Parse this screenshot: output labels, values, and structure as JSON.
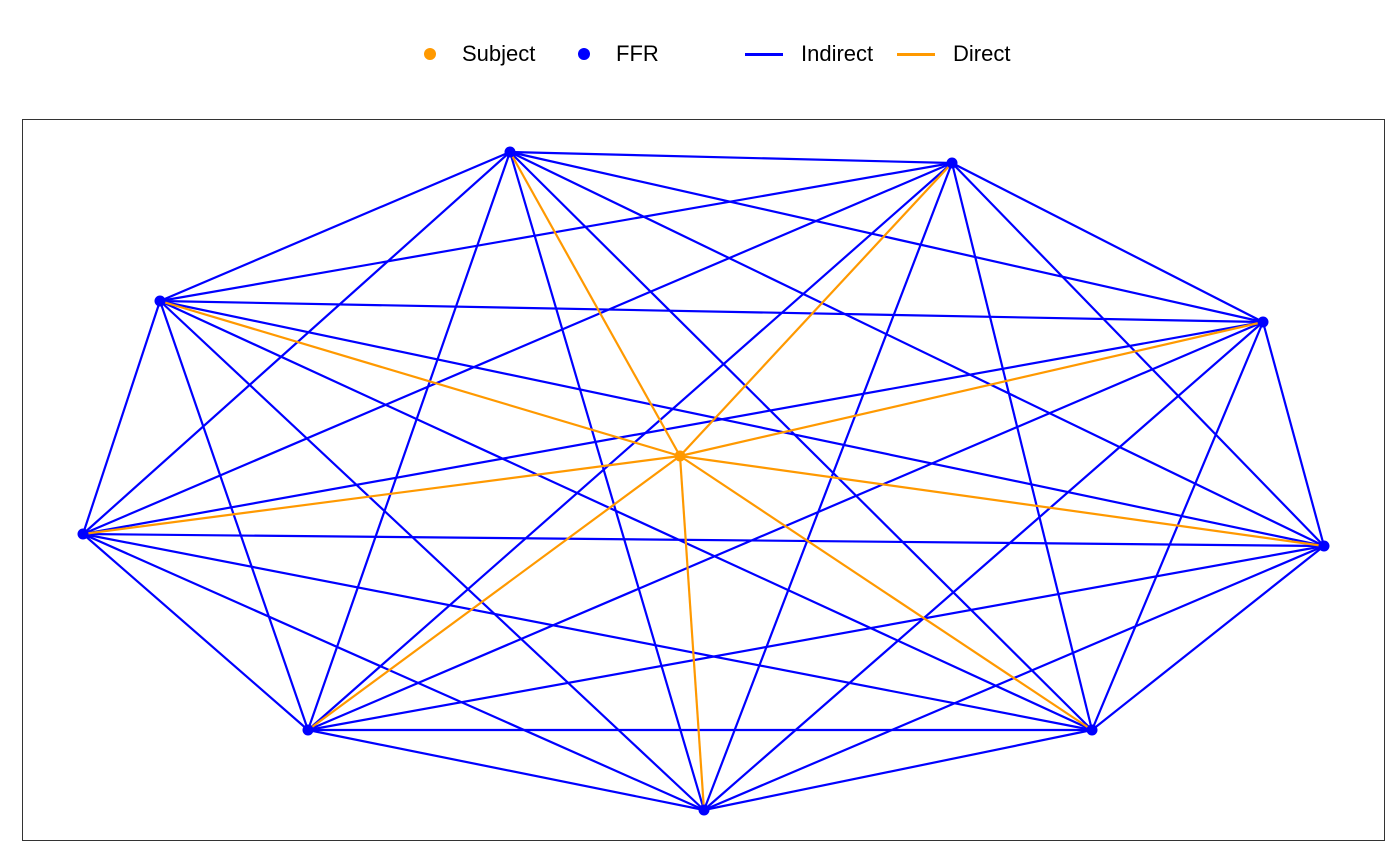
{
  "legend": {
    "nodes": [
      {
        "label": "Subject",
        "color": "#FF9900"
      },
      {
        "label": "FFR",
        "color": "#0000FF"
      }
    ],
    "edges": [
      {
        "label": "Indirect",
        "color": "#0000FF"
      },
      {
        "label": "Direct",
        "color": "#FF9900"
      }
    ]
  },
  "chart_data": {
    "type": "network",
    "colors": {
      "subject": "#FF9900",
      "ffr": "#0000FF",
      "indirect": "#0000FF",
      "direct": "#FF9900"
    },
    "nodes": [
      {
        "id": 0,
        "role": "ffr"
      },
      {
        "id": 1,
        "role": "ffr"
      },
      {
        "id": 2,
        "role": "ffr"
      },
      {
        "id": 3,
        "role": "ffr"
      },
      {
        "id": 4,
        "role": "ffr"
      },
      {
        "id": 5,
        "role": "ffr"
      },
      {
        "id": 6,
        "role": "ffr"
      },
      {
        "id": 7,
        "role": "ffr"
      },
      {
        "id": 8,
        "role": "ffr"
      },
      {
        "id": 9,
        "role": "subject"
      }
    ],
    "edges": [
      {
        "source": 0,
        "target": 1,
        "type": "indirect"
      },
      {
        "source": 0,
        "target": 2,
        "type": "indirect"
      },
      {
        "source": 0,
        "target": 3,
        "type": "indirect"
      },
      {
        "source": 0,
        "target": 4,
        "type": "indirect"
      },
      {
        "source": 0,
        "target": 5,
        "type": "indirect"
      },
      {
        "source": 0,
        "target": 6,
        "type": "indirect"
      },
      {
        "source": 0,
        "target": 7,
        "type": "indirect"
      },
      {
        "source": 0,
        "target": 8,
        "type": "indirect"
      },
      {
        "source": 0,
        "target": 9,
        "type": "direct"
      },
      {
        "source": 1,
        "target": 2,
        "type": "indirect"
      },
      {
        "source": 1,
        "target": 3,
        "type": "indirect"
      },
      {
        "source": 1,
        "target": 4,
        "type": "indirect"
      },
      {
        "source": 1,
        "target": 5,
        "type": "indirect"
      },
      {
        "source": 1,
        "target": 6,
        "type": "indirect"
      },
      {
        "source": 1,
        "target": 7,
        "type": "indirect"
      },
      {
        "source": 1,
        "target": 8,
        "type": "indirect"
      },
      {
        "source": 1,
        "target": 9,
        "type": "direct"
      },
      {
        "source": 2,
        "target": 3,
        "type": "indirect"
      },
      {
        "source": 2,
        "target": 4,
        "type": "indirect"
      },
      {
        "source": 2,
        "target": 5,
        "type": "indirect"
      },
      {
        "source": 2,
        "target": 6,
        "type": "indirect"
      },
      {
        "source": 2,
        "target": 7,
        "type": "indirect"
      },
      {
        "source": 2,
        "target": 8,
        "type": "indirect"
      },
      {
        "source": 2,
        "target": 9,
        "type": "direct"
      },
      {
        "source": 3,
        "target": 4,
        "type": "indirect"
      },
      {
        "source": 3,
        "target": 5,
        "type": "indirect"
      },
      {
        "source": 3,
        "target": 6,
        "type": "indirect"
      },
      {
        "source": 3,
        "target": 7,
        "type": "indirect"
      },
      {
        "source": 3,
        "target": 8,
        "type": "indirect"
      },
      {
        "source": 3,
        "target": 9,
        "type": "direct"
      },
      {
        "source": 4,
        "target": 5,
        "type": "indirect"
      },
      {
        "source": 4,
        "target": 6,
        "type": "indirect"
      },
      {
        "source": 4,
        "target": 7,
        "type": "indirect"
      },
      {
        "source": 4,
        "target": 8,
        "type": "indirect"
      },
      {
        "source": 4,
        "target": 9,
        "type": "direct"
      },
      {
        "source": 5,
        "target": 6,
        "type": "indirect"
      },
      {
        "source": 5,
        "target": 7,
        "type": "indirect"
      },
      {
        "source": 5,
        "target": 8,
        "type": "indirect"
      },
      {
        "source": 5,
        "target": 9,
        "type": "direct"
      },
      {
        "source": 6,
        "target": 7,
        "type": "indirect"
      },
      {
        "source": 6,
        "target": 8,
        "type": "indirect"
      },
      {
        "source": 6,
        "target": 9,
        "type": "direct"
      },
      {
        "source": 7,
        "target": 8,
        "type": "indirect"
      },
      {
        "source": 7,
        "target": 9,
        "type": "direct"
      },
      {
        "source": 8,
        "target": 9,
        "type": "direct"
      }
    ]
  }
}
